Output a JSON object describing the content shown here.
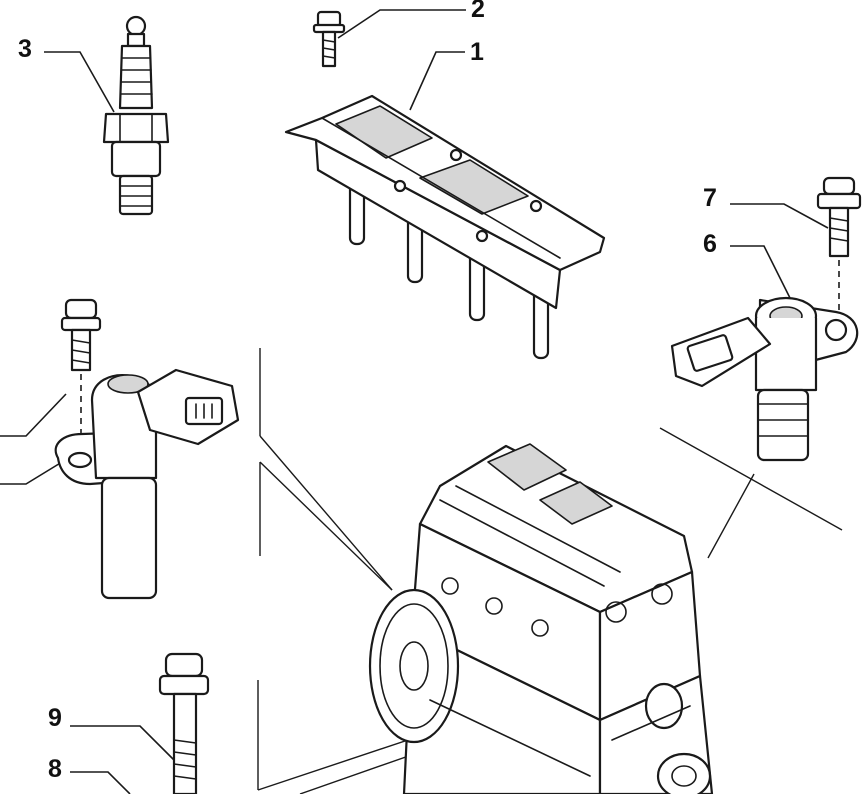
{
  "callouts": {
    "c1": "1",
    "c2": "2",
    "c3": "3",
    "c6": "6",
    "c7": "7",
    "c8": "8",
    "c9": "9"
  },
  "parts": {
    "ignition_coil": "ignition-coil",
    "bolt": "bolt",
    "spark_plug": "spark-plug",
    "cam_sensor": "camshaft-position-sensor",
    "crank_sensor": "crankshaft-position-sensor",
    "engine": "engine-block"
  }
}
